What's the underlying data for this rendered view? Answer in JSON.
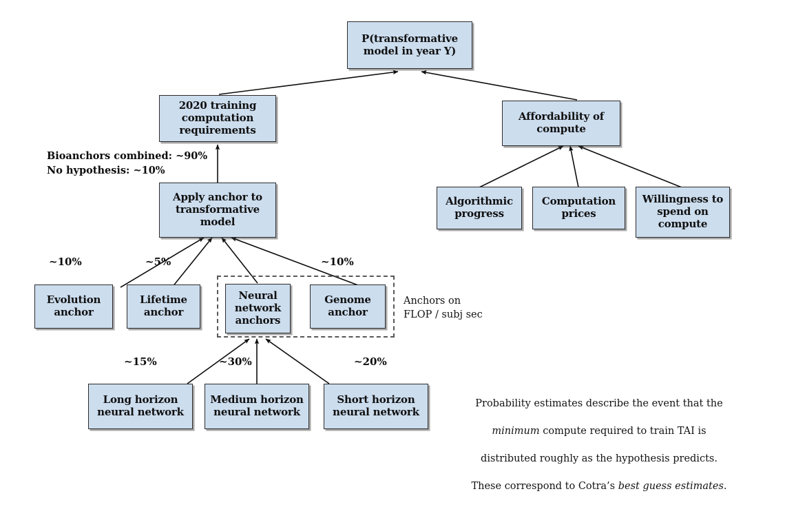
{
  "diagram": {
    "title": "Bioanchors probability decomposition tree",
    "accent_color": "#ccddee",
    "border_color": "#2b2b2b",
    "dashed_color": "#575757",
    "nodes": [
      {
        "id": "root",
        "label": "P(transformative\nmodel in year Y)"
      },
      {
        "id": "training",
        "label": "2020 training\ncomputation\nrequirements"
      },
      {
        "id": "afford",
        "label": "Affordability of\ncompute"
      },
      {
        "id": "apply",
        "label": "Apply anchor to\ntransformative\nmodel"
      },
      {
        "id": "algo",
        "label": "Algorithmic\nprogress"
      },
      {
        "id": "prices",
        "label": "Computation\nprices"
      },
      {
        "id": "willing",
        "label": "Willingness to\nspend on\ncompute"
      },
      {
        "id": "evolution",
        "label": "Evolution\nanchor"
      },
      {
        "id": "lifetime",
        "label": "Lifetime\nanchor"
      },
      {
        "id": "nn",
        "label": "Neural\nnetwork\nanchors"
      },
      {
        "id": "genome",
        "label": "Genome\nanchor"
      },
      {
        "id": "longh",
        "label": "Long horizon\nneural network"
      },
      {
        "id": "medh",
        "label": "Medium horizon\nneural network"
      },
      {
        "id": "shorth",
        "label": "Short horizon\nneural network"
      }
    ],
    "edge_labels": [
      {
        "id": "evolution-pct",
        "text": "~10%"
      },
      {
        "id": "lifetime-pct",
        "text": "~5%"
      },
      {
        "id": "genome-pct",
        "text": "~10%"
      },
      {
        "id": "longh-pct",
        "text": "~15%"
      },
      {
        "id": "medh-pct",
        "text": "~30%"
      },
      {
        "id": "shorth-pct",
        "text": "~20%"
      }
    ],
    "annotations": {
      "combined": "Bioanchors combined: ~90%\nNo hypothesis: ~10%",
      "dashed_group_label": "Anchors on\nFLOP / subj sec"
    },
    "caption": {
      "line1": "Probability estimates describe the event that the",
      "line2_italic": "minimum",
      "line2_rest": " compute required to train TAI is",
      "line3": "distributed roughly as the hypothesis predicts.",
      "line4_pre": "These correspond to Cotra’s ",
      "line4_italic": "best guess estimates",
      "line4_post": "."
    }
  }
}
